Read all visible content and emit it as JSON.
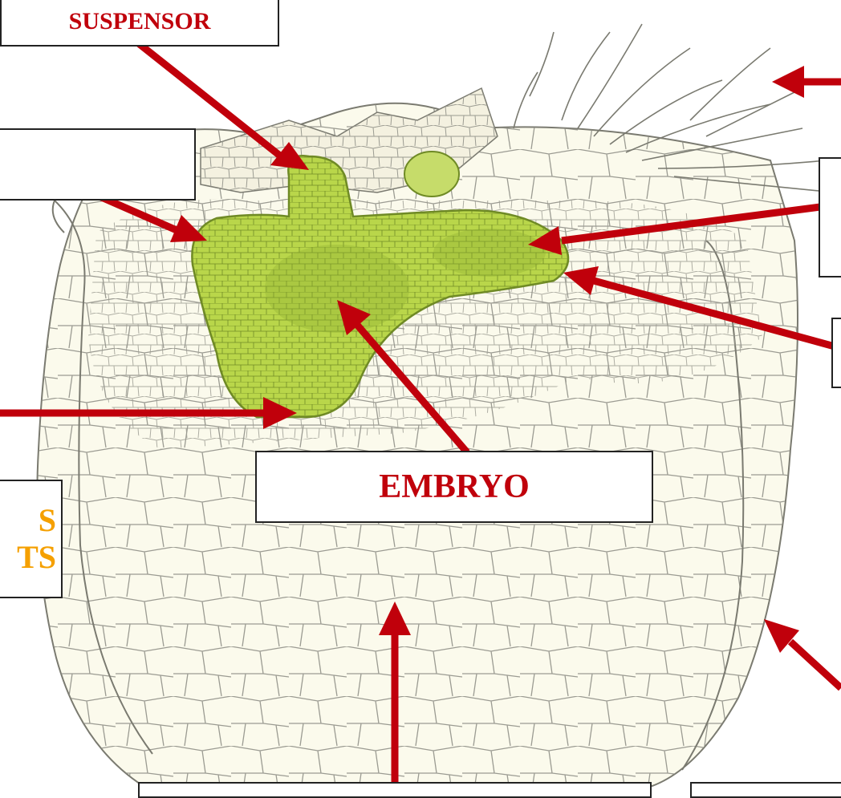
{
  "labels": {
    "suspensor": "SUSPENSOR",
    "embryo": "EMBRYO",
    "left_partial": [
      "S",
      "TS"
    ]
  },
  "colors": {
    "arrow": "#c0000b",
    "embryo_fill": "#b9d64a",
    "embryo_dark": "#8fb030",
    "tissue_fill": "#fbfaec",
    "cell_line": "#8a8a82",
    "label_red": "#c0000b",
    "label_orange": "#f5a000"
  }
}
